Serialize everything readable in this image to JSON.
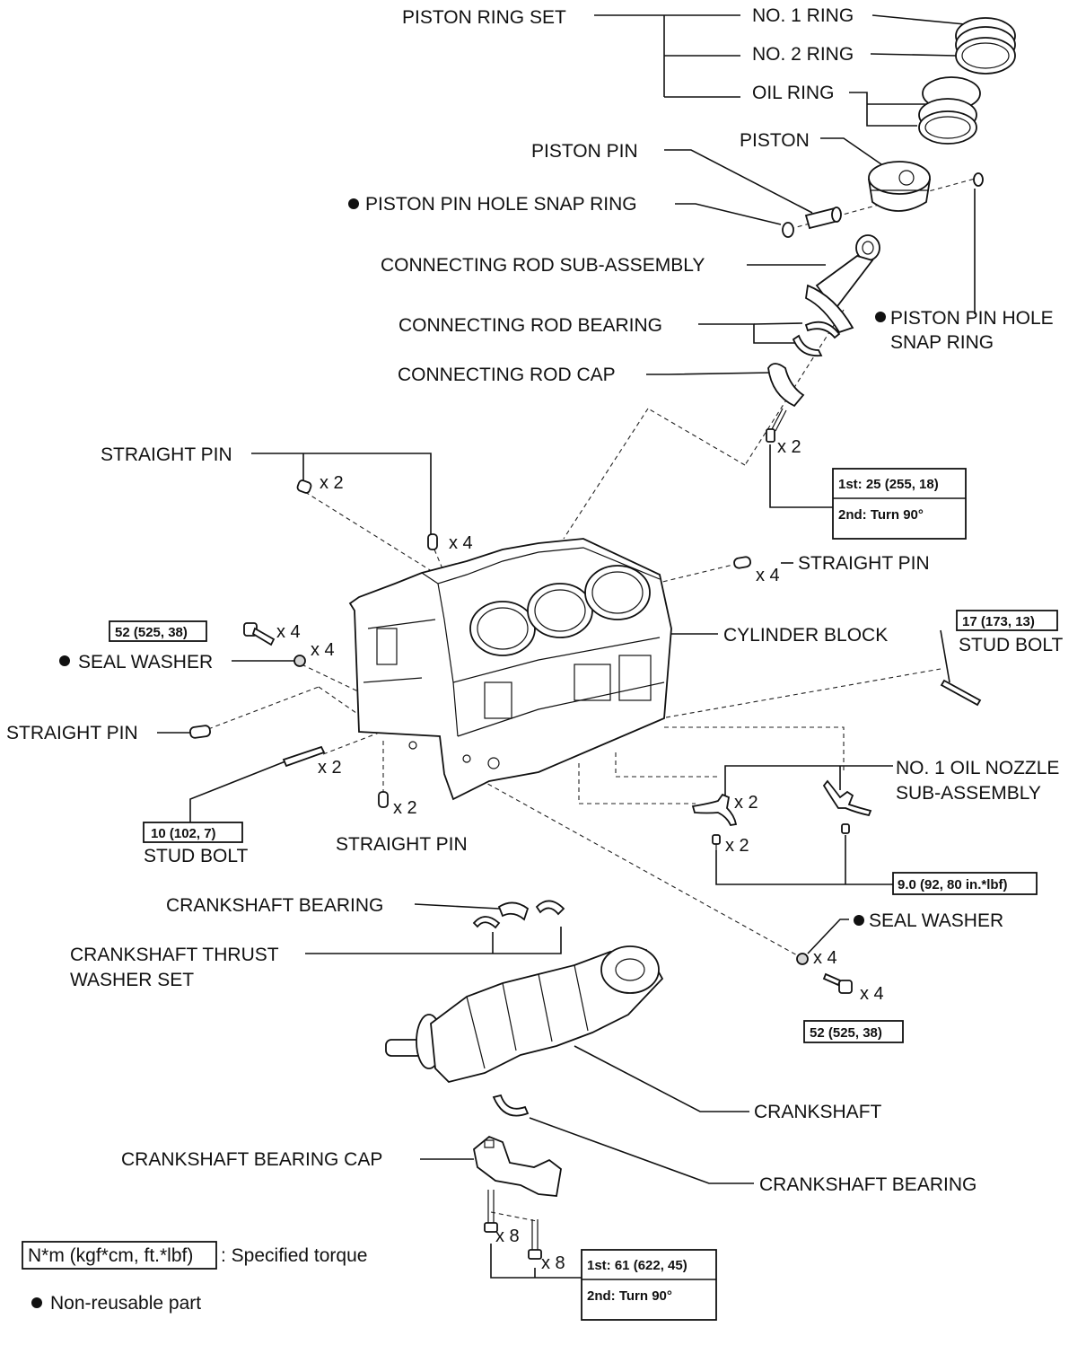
{
  "labels": {
    "piston_ring_set": "PISTON RING SET",
    "no1_ring": "NO. 1 RING",
    "no2_ring": "NO. 2 RING",
    "oil_ring": "OIL RING",
    "piston": "PISTON",
    "piston_pin": "PISTON PIN",
    "piston_pin_hole_snap_ring_left": "PISTON PIN HOLE SNAP RING",
    "connecting_rod_sub_assembly": "CONNECTING ROD SUB-ASSEMBLY",
    "piston_pin_hole_snap_ring_right_1": "PISTON PIN HOLE",
    "piston_pin_hole_snap_ring_right_2": "SNAP RING",
    "connecting_rod_bearing": "CONNECTING ROD BEARING",
    "connecting_rod_cap": "CONNECTING ROD CAP",
    "straight_pin_top": "STRAIGHT PIN",
    "straight_pin_right": "STRAIGHT PIN",
    "cylinder_block": "CYLINDER BLOCK",
    "seal_washer_left": "SEAL WASHER",
    "stud_bolt_right": "STUD BOLT",
    "straight_pin_left": "STRAIGHT PIN",
    "no1_oil_nozzle_1": "NO. 1 OIL NOZZLE",
    "no1_oil_nozzle_2": "SUB-ASSEMBLY",
    "stud_bolt_left": "STUD BOLT",
    "straight_pin_bottom": "STRAIGHT PIN",
    "crankshaft_bearing_top": "CRANKSHAFT BEARING",
    "seal_washer_right": "SEAL WASHER",
    "crankshaft_thrust_washer_1": "CRANKSHAFT THRUST",
    "crankshaft_thrust_washer_2": "WASHER SET",
    "crankshaft": "CRANKSHAFT",
    "crankshaft_bearing_cap": "CRANKSHAFT BEARING CAP",
    "crankshaft_bearing_bottom": "CRANKSHAFT BEARING"
  },
  "quantities": {
    "rod_bolt": "x 2",
    "straight_pin_top_a": "x 2",
    "straight_pin_top_b": "x 4",
    "straight_pin_right": "x 4",
    "bolt_left": "x 4",
    "seal_washer_left": "x 4",
    "stud_bolt_left": "x 2",
    "straight_pin_bottom": "x 2",
    "oil_nozzle": "x 2",
    "oil_nozzle_bolt": "x 2",
    "seal_washer_right": "x 4",
    "bolt_right": "x 4",
    "bearing_cap_bolt_a": "x 8",
    "bearing_cap_bolt_b": "x 8"
  },
  "torques": {
    "rod_cap_1": "1st: 25 (255, 18)",
    "rod_cap_2": "2nd: Turn 90°",
    "bolt_left": "52 (525, 38)",
    "stud_bolt_right": "17 (173, 13)",
    "stud_bolt_left": "10 (102, 7)",
    "oil_nozzle": "9.0 (92, 80 in.*lbf)",
    "bolt_right": "52 (525, 38)",
    "bearing_cap_1": "1st: 61 (622, 45)",
    "bearing_cap_2": "2nd: Turn 90°"
  },
  "legend": {
    "torque_unit": "N*m (kgf*cm, ft.*lbf)",
    "torque_desc": ": Specified torque",
    "non_reusable": "Non-reusable part"
  }
}
